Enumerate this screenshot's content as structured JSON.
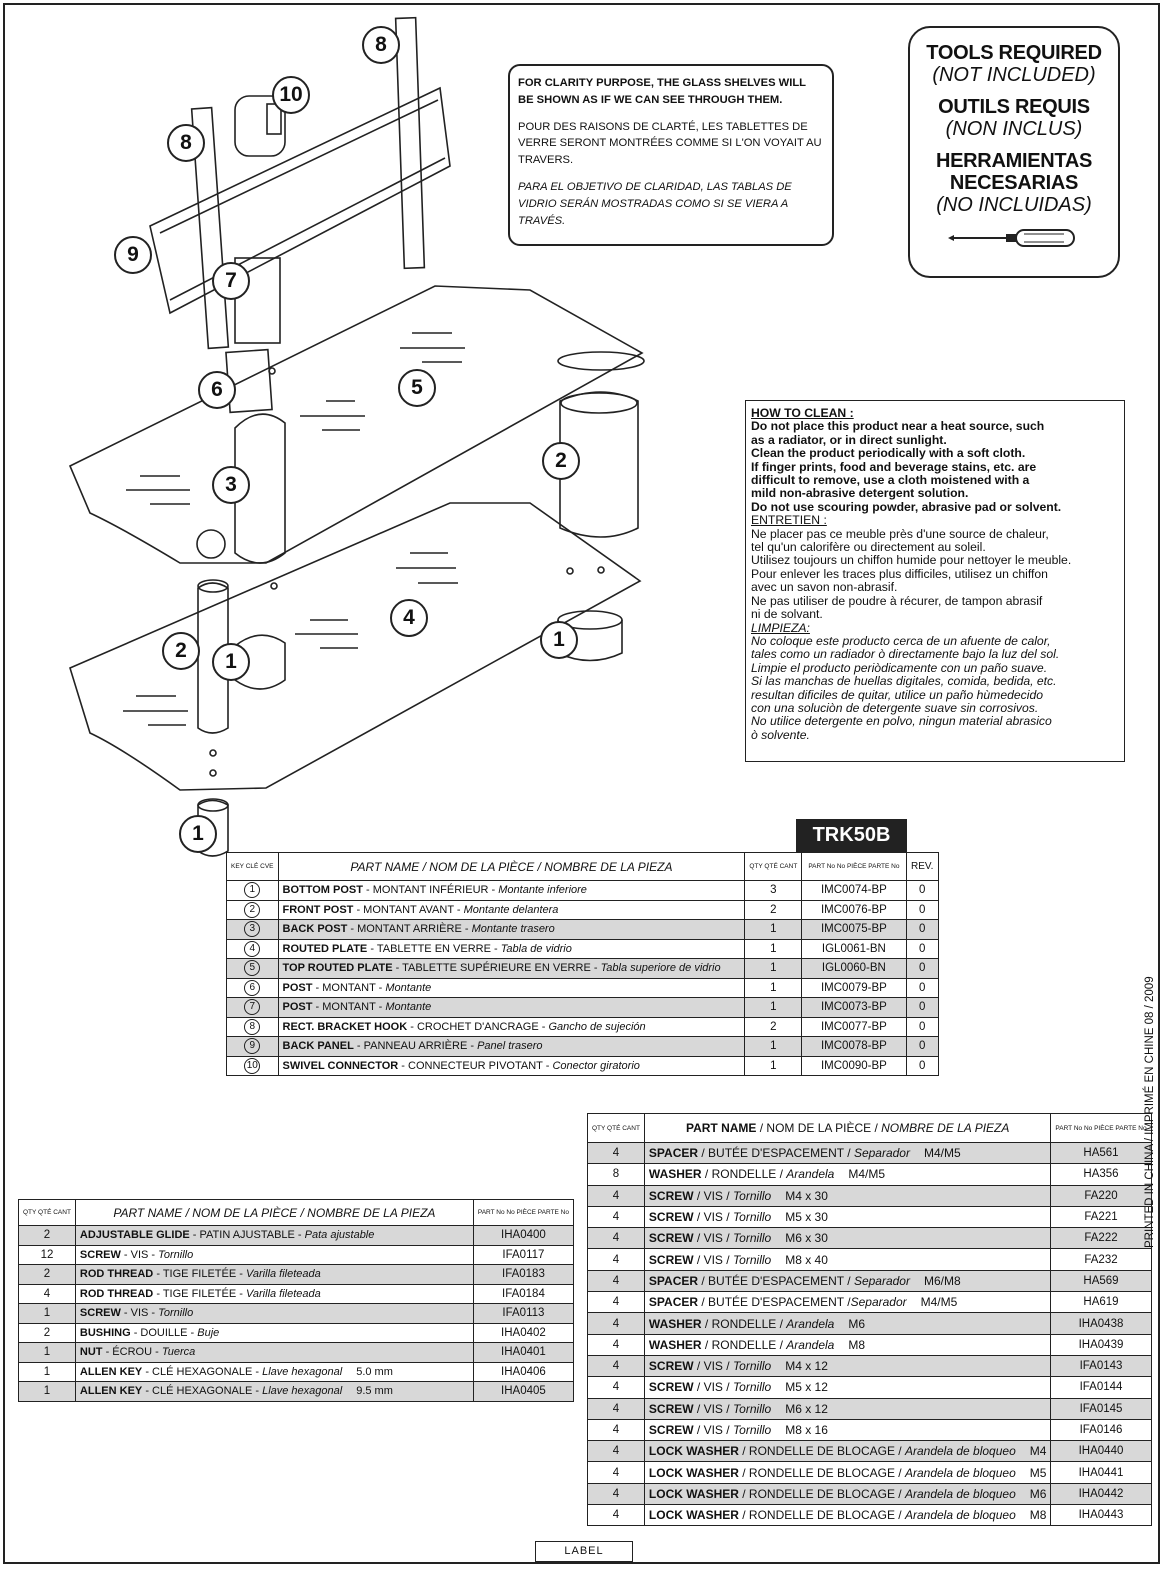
{
  "note": {
    "en": "FOR CLARITY PURPOSE, THE GLASS SHELVES WILL BE SHOWN AS IF WE CAN SEE THROUGH THEM.",
    "fr": "POUR DES RAISONS DE CLARTÉ, LES TABLETTES DE VERRE SERONT MONTRÉES COMME SI L'ON VOYAIT AU TRAVERS.",
    "es": "PARA EL OBJETIVO DE CLARIDAD, LAS TABLAS DE VIDRIO SERÁN MOSTRADAS COMO SI SE VIERA A TRAVÉS."
  },
  "tools": {
    "en_h": "TOOLS REQUIRED",
    "en_s": "(NOT INCLUDED)",
    "fr_h": "OUTILS REQUIS",
    "fr_s": "(NON INCLUS)",
    "es_h": "HERRAMIENTAS NECESARIAS",
    "es_s": "(NO INCLUIDAS)",
    "icon": "screwdriver-icon"
  },
  "clean": {
    "en_head": "HOW TO CLEAN :",
    "en_body": "Do not place this product near a heat source, such\nas a radiator, or in direct sunlight.\nClean the product periodically with a soft cloth.\nIf finger prints, food and beverage stains, etc. are\ndifficult to remove, use a cloth moistened with a\nmild non-abrasive detergent solution.\nDo not use scouring powder, abrasive pad or solvent.",
    "fr_head": "ENTRETIEN :",
    "fr_body": "Ne placer pas ce meuble près d'une source de chaleur,\ntel qu'un calorifère ou directement au soleil.\nUtilisez toujours un chiffon humide pour nettoyer le meuble.\nPour enlever les traces plus difficiles, utilisez un chiffon\navec un savon non-abrasif.\nNe pas utiliser de poudre à récurer, de tampon abrasif\nni de solvant.",
    "es_head": "LIMPIEZA:",
    "es_body": "No coloque este producto cerca de un afuente de calor,\ntales como un radiador ò directamente bajo la luz del sol.\nLimpie el producto periòdicamente con un paño suave.\nSi las manchas de huellas digitales, comida, bedida, etc.\nresultan dificiles de quitar, utilice un paño hùmedecido\ncon una soluciòn de detergente suave sin corrosivos.\nNo utilice detergente en polvo, ningun material abrasico\nò solvente."
  },
  "model": "TRK50B",
  "main_table": {
    "h_key": "KEY CLÉ CVE",
    "h_name": "PART NAME / NOM DE LA PIÈCE / NOMBRE DE LA PIEZA",
    "h_qty": "QTY QTÉ CANT",
    "h_part": "PART No No PIÈCE PARTE No",
    "h_rev": "REV.",
    "rows": [
      {
        "key": "1",
        "b": "BOTTOM POST",
        "fr": " - MONTANT INFÉRIEUR - ",
        "es": "Montante inferiore",
        "qty": "3",
        "part": "IMC0074-BP",
        "rev": "0"
      },
      {
        "key": "2",
        "b": "FRONT POST",
        "fr": " - MONTANT AVANT - ",
        "es": "Montante delantera",
        "qty": "2",
        "part": "IMC0076-BP",
        "rev": "0"
      },
      {
        "key": "3",
        "b": "BACK POST",
        "fr": " - MONTANT ARRIÈRE - ",
        "es": "Montante trasero",
        "qty": "1",
        "part": "IMC0075-BP",
        "rev": "0"
      },
      {
        "key": "4",
        "b": "ROUTED PLATE",
        "fr": " - TABLETTE EN VERRE - ",
        "es": "Tabla de vidrio",
        "qty": "1",
        "part": "IGL0061-BN",
        "rev": "0"
      },
      {
        "key": "5",
        "b": "TOP ROUTED PLATE",
        "fr": " - TABLETTE SUPÉRIEURE EN VERRE - ",
        "es": "Tabla superiore de vidrio",
        "qty": "1",
        "part": "IGL0060-BN",
        "rev": "0"
      },
      {
        "key": "6",
        "b": "POST",
        "fr": " - MONTANT - ",
        "es": "Montante",
        "qty": "1",
        "part": "IMC0079-BP",
        "rev": "0"
      },
      {
        "key": "7",
        "b": "POST",
        "fr": " - MONTANT - ",
        "es": "Montante",
        "qty": "1",
        "part": "IMC0073-BP",
        "rev": "0"
      },
      {
        "key": "8",
        "b": "RECT. BRACKET HOOK",
        "fr": " - CROCHET D'ANCRAGE - ",
        "es": "Gancho de sujeción",
        "qty": "2",
        "part": "IMC0077-BP",
        "rev": "0"
      },
      {
        "key": "9",
        "b": "BACK PANEL",
        "fr": " - PANNEAU ARRIÈRE  - ",
        "es": "Panel trasero",
        "qty": "1",
        "part": "IMC0078-BP",
        "rev": "0"
      },
      {
        "key": "10",
        "b": "SWIVEL CONNECTOR",
        "fr": " - CONNECTEUR PIVOTANT - ",
        "es": "Conector giratorio",
        "qty": "1",
        "part": "IMC0090-BP",
        "rev": "0"
      }
    ]
  },
  "left_table": {
    "h_qty": "QTY QTÉ CANT",
    "h_name": "PART NAME / NOM DE LA PIÈCE / NOMBRE DE LA PIEZA",
    "h_part": "PART No No PIÈCE PARTE No",
    "rows": [
      {
        "qty": "2",
        "b": "ADJUSTABLE GLIDE",
        "fr": " - PATIN AJUSTABLE - ",
        "es": "Pata ajustable",
        "size": "",
        "part": "IHA0400"
      },
      {
        "qty": "12",
        "b": "SCREW",
        "fr": " - VIS - ",
        "es": "Tornillo",
        "size": "",
        "part": "IFA0117"
      },
      {
        "qty": "2",
        "b": "ROD THREAD",
        "fr": " - TIGE FILETÉE - ",
        "es": "Varilla fileteada",
        "size": "",
        "part": "IFA0183"
      },
      {
        "qty": "4",
        "b": "ROD THREAD",
        "fr": " - TIGE FILETÉE - ",
        "es": "Varilla fileteada",
        "size": "",
        "part": "IFA0184"
      },
      {
        "qty": "1",
        "b": "SCREW",
        "fr": " - VIS - ",
        "es": "Tornillo",
        "size": "",
        "part": "IFA0113"
      },
      {
        "qty": "2",
        "b": "BUSHING",
        "fr": " - DOUILLE - ",
        "es": "Buje",
        "size": "",
        "part": "IHA0402"
      },
      {
        "qty": "1",
        "b": "NUT",
        "fr": " - ÉCROU - ",
        "es": "Tuerca",
        "size": "",
        "part": "IHA0401"
      },
      {
        "qty": "1",
        "b": "ALLEN KEY",
        "fr": " - CLÉ HEXAGONALE - ",
        "es": "Llave hexagonal",
        "size": "5.0 mm",
        "part": "IHA0406"
      },
      {
        "qty": "1",
        "b": "ALLEN KEY",
        "fr": " - CLÉ HEXAGONALE - ",
        "es": "Llave hexagonal",
        "size": "9.5 mm",
        "part": "IHA0405"
      }
    ]
  },
  "right_table": {
    "h_qty": "QTY QTÉ CANT",
    "h_name_b": "PART NAME",
    "h_name_fr": " / NOM DE LA PIÈCE / ",
    "h_name_es": "NOMBRE DE LA PIEZA",
    "h_part": "PART No No PIÈCE PARTE No",
    "rows": [
      {
        "qty": "4",
        "b": "SPACER",
        "fr": " / BUTÉE D'ESPACEMENT / ",
        "es": "Separador",
        "size": "M4/M5",
        "part": "HA561"
      },
      {
        "qty": "8",
        "b": "WASHER",
        "fr": " / RONDELLE / ",
        "es": "Arandela",
        "size": "M4/M5",
        "part": "HA356"
      },
      {
        "qty": "4",
        "b": "SCREW",
        "fr": " / VIS / ",
        "es": "Tornillo",
        "size": "M4 x 30",
        "part": "FA220"
      },
      {
        "qty": "4",
        "b": "SCREW",
        "fr": " / VIS / ",
        "es": "Tornillo",
        "size": "M5 x 30",
        "part": "FA221"
      },
      {
        "qty": "4",
        "b": "SCREW",
        "fr": " / VIS / ",
        "es": "Tornillo",
        "size": "M6 x 30",
        "part": "FA222"
      },
      {
        "qty": "4",
        "b": "SCREW",
        "fr": " / VIS / ",
        "es": "Tornillo",
        "size": "M8 x 40",
        "part": "FA232"
      },
      {
        "qty": "4",
        "b": "SPACER",
        "fr": " / BUTÉE D'ESPACEMENT / ",
        "es": "Separador",
        "size": "M6/M8",
        "part": "HA569"
      },
      {
        "qty": "4",
        "b": "SPACER",
        "fr": "   / BUTÉE D'ESPACEMENT /",
        "es": "Separador",
        "size": "M4/M5",
        "part": "HA619"
      },
      {
        "qty": "4",
        "b": "WASHER",
        "fr": " / RONDELLE / ",
        "es": "Arandela",
        "size": "M6",
        "part": "IHA0438"
      },
      {
        "qty": "4",
        "b": "WASHER",
        "fr": " / RONDELLE / ",
        "es": "Arandela",
        "size": "M8",
        "part": "IHA0439"
      },
      {
        "qty": "4",
        "b": "SCREW",
        "fr": " / VIS / ",
        "es": "Tornillo",
        "size": "M4 x 12",
        "part": "IFA0143"
      },
      {
        "qty": "4",
        "b": "SCREW",
        "fr": " / VIS / ",
        "es": "Tornillo",
        "size": "M5 x 12",
        "part": "IFA0144"
      },
      {
        "qty": "4",
        "b": "SCREW",
        "fr": " / VIS / ",
        "es": "Tornillo",
        "size": "M6 x 12",
        "part": "IFA0145"
      },
      {
        "qty": "4",
        "b": "SCREW",
        "fr": " / VIS / ",
        "es": "Tornillo",
        "size": "M8 x 16",
        "part": "IFA0146"
      },
      {
        "qty": "4",
        "b": "LOCK WASHER",
        "fr": " / RONDELLE DE BLOCAGE / ",
        "es": "Arandela de bloqueo",
        "size": "M4",
        "part": "IHA0440"
      },
      {
        "qty": "4",
        "b": "LOCK WASHER",
        "fr": " / RONDELLE DE BLOCAGE / ",
        "es": "Arandela de bloqueo",
        "size": "M5",
        "part": "IHA0441"
      },
      {
        "qty": "4",
        "b": "LOCK WASHER",
        "fr": " / RONDELLE DE BLOCAGE / ",
        "es": "Arandela de bloqueo",
        "size": "M6",
        "part": "IHA0442"
      },
      {
        "qty": "4",
        "b": "LOCK WASHER",
        "fr": " / RONDELLE DE BLOCAGE / ",
        "es": "Arandela de bloqueo",
        "size": "M8",
        "part": "IHA0443"
      }
    ]
  },
  "callouts": [
    "8",
    "10",
    "8",
    "9",
    "7",
    "6",
    "5",
    "3",
    "2",
    "4",
    "2",
    "1",
    "1",
    "1"
  ],
  "printed": "PRINTED IN CHINA / IMPRIMÉ EN CHINE   08 / 2009",
  "label": "LABEL"
}
